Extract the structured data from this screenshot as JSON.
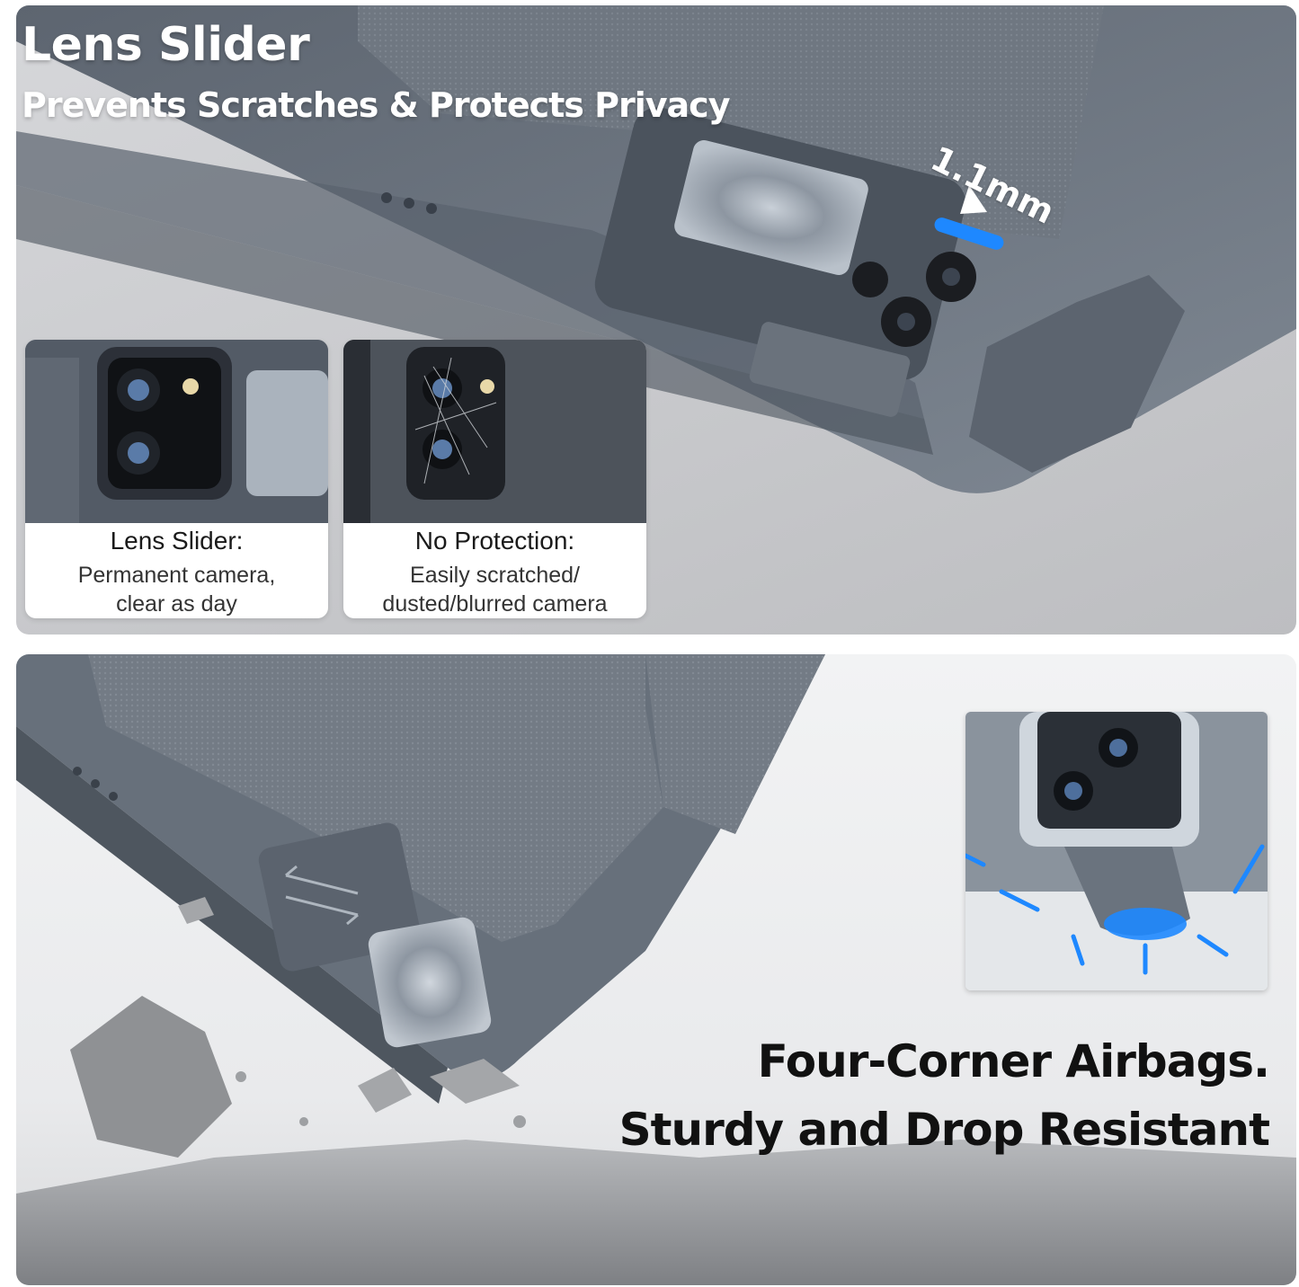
{
  "top_panel": {
    "title": "Lens Slider",
    "subtitle": "Prevents Scratches & Protects Privacy",
    "measurement": "1.1mm"
  },
  "comparison": [
    {
      "title": "Lens Slider:",
      "description": "Permanent camera,\nclear as day"
    },
    {
      "title": "No Protection:",
      "description": "Easily scratched/\ndusted/blurred camera"
    }
  ],
  "bottom_panel": {
    "title": "Four-Corner Airbags.",
    "subtitle": "Sturdy and Drop Resistant"
  },
  "colors": {
    "case_gray": "#7d8590",
    "accent_blue": "#1e88ff",
    "text_dark": "#111111",
    "text_light": "#ffffff"
  }
}
